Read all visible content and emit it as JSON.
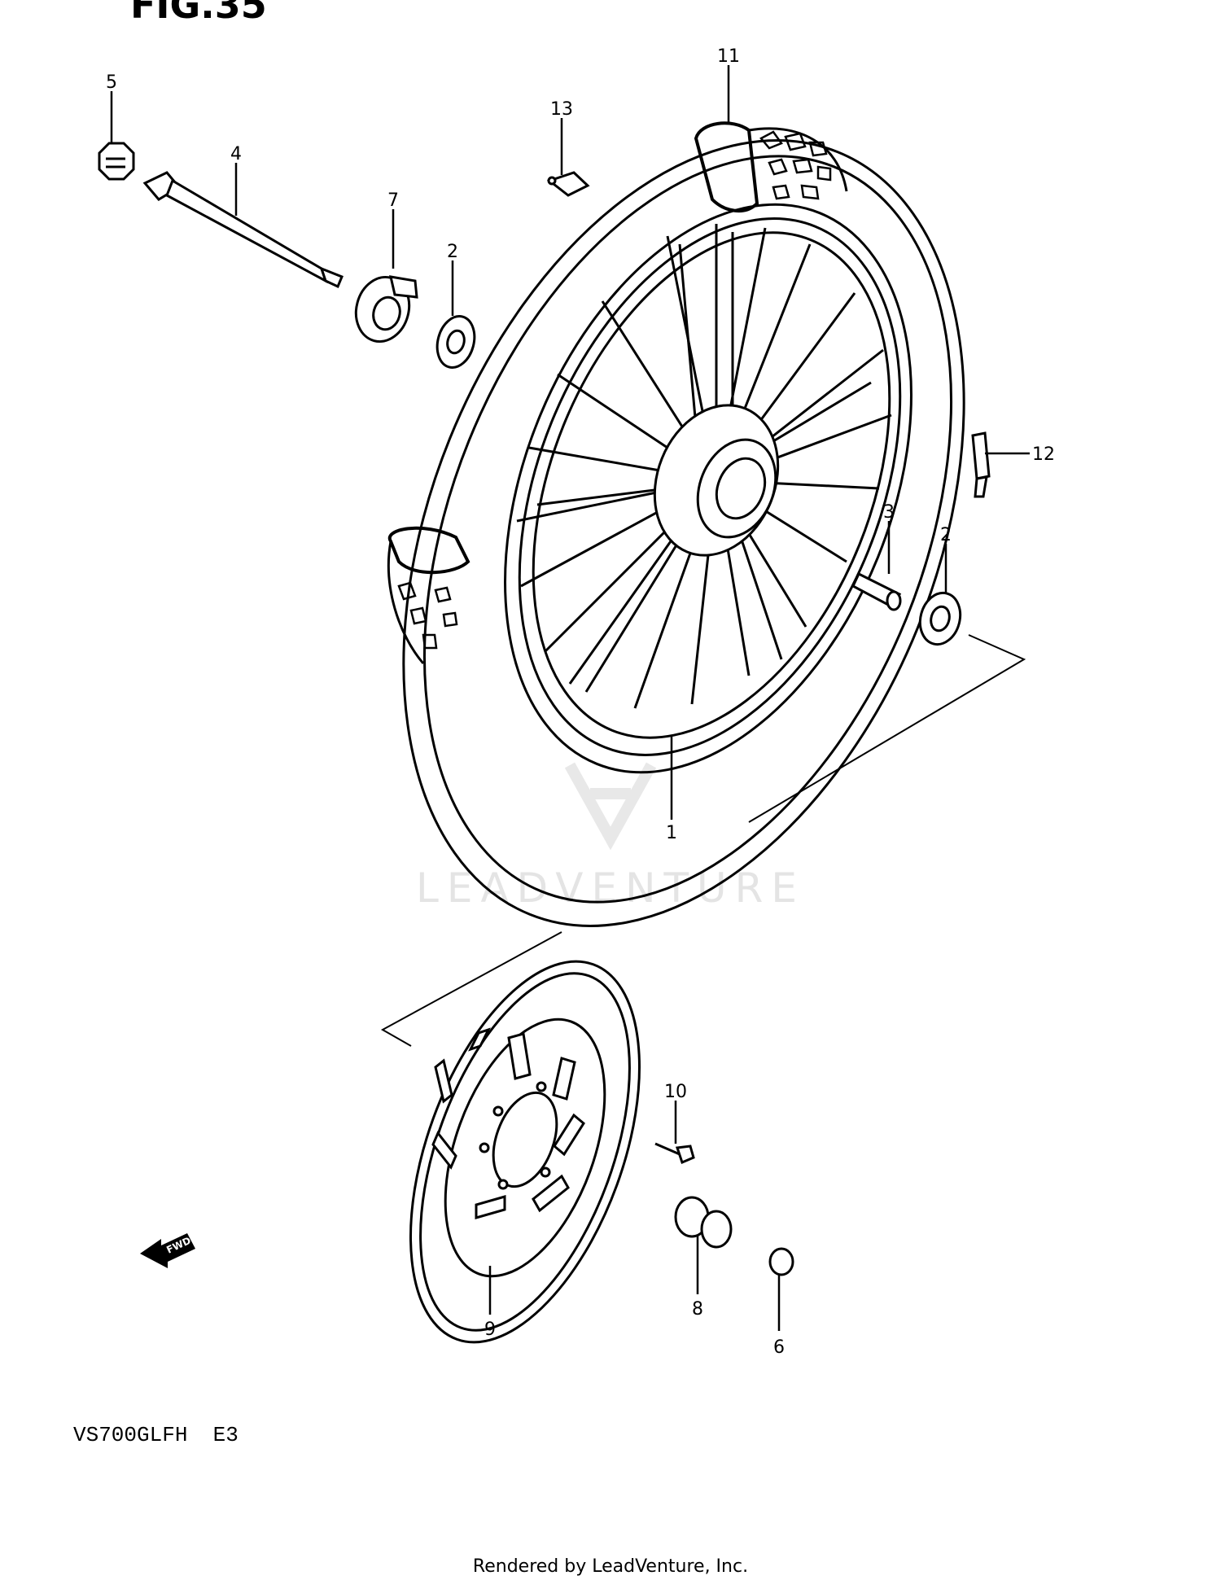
{
  "figure": {
    "title_fragment": "FIG.35"
  },
  "callouts": {
    "c1": "1",
    "c2a": "2",
    "c2b": "2",
    "c3": "3",
    "c4": "4",
    "c5": "5",
    "c6": "6",
    "c7": "7",
    "c8": "8",
    "c9": "9",
    "c10": "10",
    "c11": "11",
    "c12": "12",
    "c13": "13"
  },
  "fwd_label": "FWD",
  "model": "VS700GLFH  E3",
  "watermark": "LEADVENTURE",
  "footer": "Rendered by LeadVenture, Inc.",
  "colors": {
    "ink": "#000000",
    "watermark": "#e4e4e4",
    "paper": "#ffffff"
  }
}
